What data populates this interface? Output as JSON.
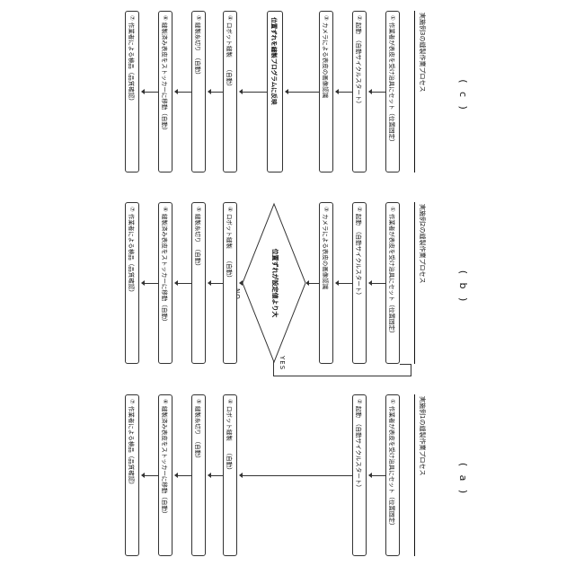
{
  "panels": [
    {
      "label": "( a )",
      "title": "実施例1の縫製作業プロセス",
      "steps": [
        {
          "num": "①",
          "text": "作業者が表皮を受け治具にセット（位置固定）"
        },
        {
          "num": "②",
          "text": "起動　（自動サイクルスタート）"
        },
        {
          "num": "④",
          "text": "ロボット縫製　　（自動）"
        },
        {
          "num": "⑤",
          "text": "縫製糸切り　（自動）"
        },
        {
          "num": "⑥",
          "text": "縫製済み表皮をストッカーに移動（自動）"
        },
        {
          "num": "⑦",
          "text": "作業者による検品（品質確認）"
        }
      ]
    },
    {
      "label": "( b )",
      "title": "実施例2の縫製作業プロセス",
      "steps": [
        {
          "num": "①",
          "text": "作業者が表皮を受け治具にセット（位置固定）"
        },
        {
          "num": "②",
          "text": "起動　（自動サイクルスタート）"
        },
        {
          "num": "③",
          "text": "カメラによる表皮の画像認識"
        },
        {
          "num": "④",
          "text": "ロボット縫製　　（自動）"
        },
        {
          "num": "⑤",
          "text": "縫製糸切り　（自動）"
        },
        {
          "num": "⑥",
          "text": "縫製済み表皮をストッカーに移動（自動）"
        },
        {
          "num": "⑦",
          "text": "作業者による検品（品質確認）"
        }
      ],
      "decision": "位置ずれが設定値より大",
      "yes_label": "YES",
      "no_label": "NO"
    },
    {
      "label": "( c )",
      "title": "実施例3の縫製作業プロセス",
      "steps": [
        {
          "num": "①",
          "text": "作業者が表皮を受け治具にセット（位置固定）"
        },
        {
          "num": "②",
          "text": "起動　（自動サイクルスタート）"
        },
        {
          "num": "③",
          "text": "カメラによる表皮の画像認識"
        },
        {
          "num": "",
          "text": "位置ずれを縫製プログラムに反映"
        },
        {
          "num": "④",
          "text": "ロボット縫製　　（自動）"
        },
        {
          "num": "⑤",
          "text": "縫製糸切り　（自動）"
        },
        {
          "num": "⑥",
          "text": "縫製済み表皮をストッカーに移動（自動）"
        },
        {
          "num": "⑦",
          "text": "作業者による検品（品質確認）"
        }
      ]
    }
  ]
}
